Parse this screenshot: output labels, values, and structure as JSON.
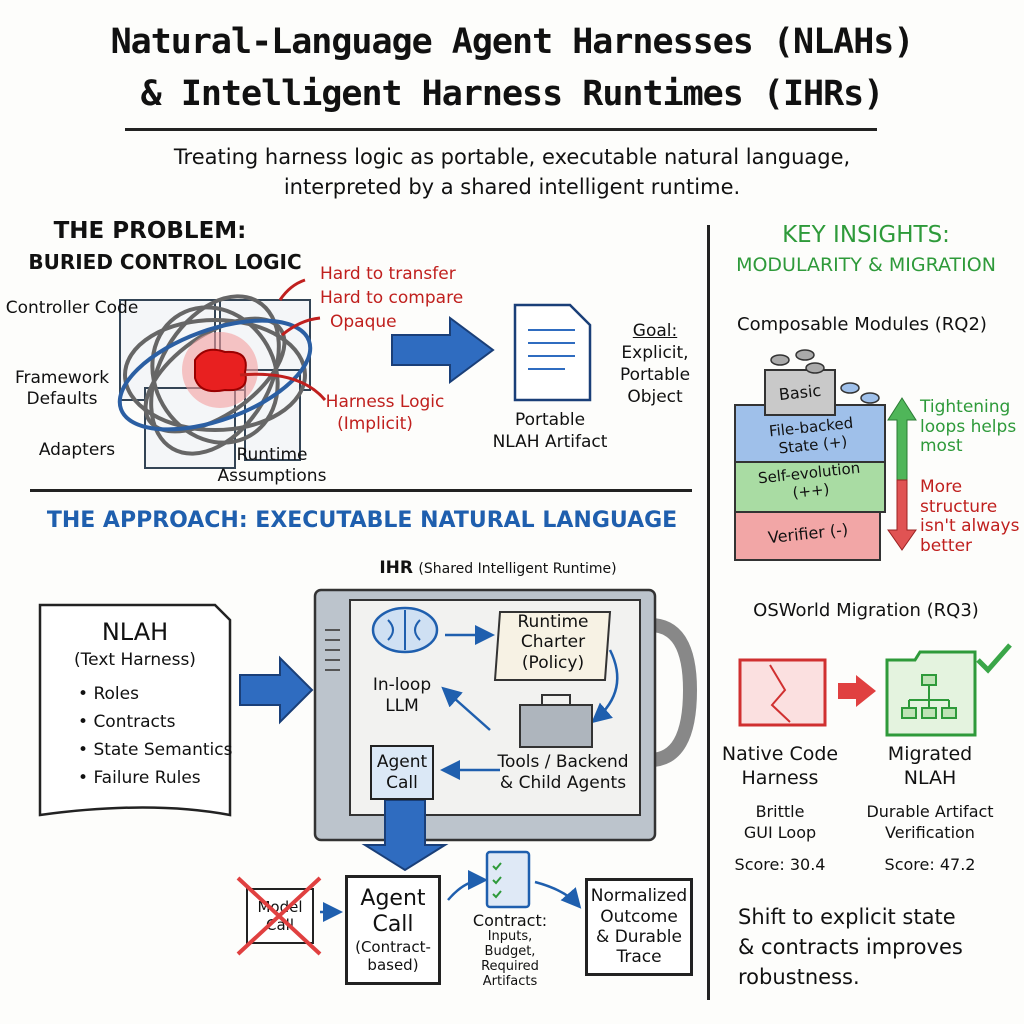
{
  "header": {
    "title_line1": "Natural-Language Agent Harnesses (NLAHs)",
    "title_line2": "& Intelligent Harness Runtimes (IHRs)",
    "subtitle_line1": "Treating harness logic as portable, executable natural language,",
    "subtitle_line2": "interpreted by a shared intelligent runtime."
  },
  "problem": {
    "title1": "THE PROBLEM:",
    "title2": "BURIED CONTROL LOGIC",
    "labels": [
      "Controller Code",
      "Framework Defaults",
      "Adapters",
      "Runtime Assumptions"
    ],
    "issues": [
      "Hard to transfer",
      "Hard to compare",
      "Opaque"
    ],
    "core1": "Harness Logic",
    "core2": "(Implicit)",
    "artifact1": "Portable",
    "artifact2": "NLAH Artifact",
    "goal": [
      "Goal:",
      "Explicit,",
      "Portable",
      "Object"
    ]
  },
  "approach": {
    "title": "THE APPROACH: EXECUTABLE NATURAL LANGUAGE",
    "ihr_label": "IHR",
    "ihr_sub": "(Shared Intelligent Runtime)",
    "nlah_title": "NLAH",
    "nlah_sub": "(Text Harness)",
    "nlah_items": [
      "Roles",
      "Contracts",
      "State Semantics",
      "Failure Rules"
    ],
    "llm1": "In-loop",
    "llm2": "LLM",
    "charter": [
      "Runtime",
      "Charter",
      "(Policy)"
    ],
    "tools1": "Tools / Backend",
    "tools2": "& Child Agents",
    "agent_call_small": [
      "Agent",
      "Call"
    ],
    "model_call": [
      "Model",
      "Call"
    ],
    "agent_call": [
      "Agent",
      "Call",
      "(Contract-",
      "based)"
    ],
    "contract": [
      "Contract:",
      "Inputs,",
      "Budget,",
      "Required",
      "Artifacts"
    ],
    "outcome": [
      "Normalized",
      "Outcome",
      "& Durable",
      "Trace"
    ]
  },
  "insights": {
    "title1": "KEY INSIGHTS:",
    "title2": "MODULARITY & MIGRATION",
    "modules_title": "Composable Modules (RQ2)",
    "blocks": [
      "Basic",
      "File-backed State (+)",
      "Self-evolution (++)",
      "Verifier (-)"
    ],
    "up_note": [
      "Tightening",
      "loops helps",
      "most"
    ],
    "down_note": [
      "More",
      "structure",
      "isn't always",
      "better"
    ],
    "migration_title": "OSWorld Migration (RQ3)",
    "native": [
      "Native Code",
      "Harness"
    ],
    "native_desc": [
      "Brittle",
      "GUI Loop"
    ],
    "native_score": "Score: 30.4",
    "migrated": [
      "Migrated",
      "NLAH"
    ],
    "migrated_desc": [
      "Durable Artifact",
      "Verification"
    ],
    "migrated_score": "Score: 47.2",
    "conclusion": [
      "Shift to explicit state",
      "& contracts improves",
      "robustness."
    ]
  },
  "colors": {
    "red": "#c0201e",
    "blue": "#1f5fae",
    "green": "#2e9a3a"
  }
}
